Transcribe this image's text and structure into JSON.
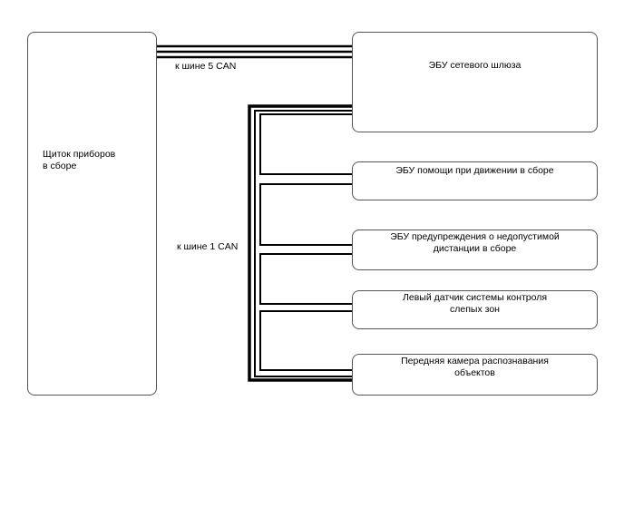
{
  "nodes": {
    "cluster": {
      "line1": "Щиток приборов",
      "line2": "в сборе"
    },
    "gateway": {
      "label": "ЭБУ сетевого шлюза"
    },
    "driving_assist": {
      "label": "ЭБУ помощи при движении в сборе"
    },
    "distance_warning": {
      "line1": "ЭБУ предупреждения о недопустимой",
      "line2": "дистанции в сборе"
    },
    "blind_spot": {
      "line1": "Левый датчик системы контроля",
      "line2": "слепых зон"
    },
    "front_camera": {
      "line1": "Передняя камера распознавания",
      "line2": "объектов"
    }
  },
  "buses": {
    "can5": {
      "label": "к шине 5 CAN"
    },
    "can1": {
      "label": "к шине 1 CAN"
    }
  },
  "colors": {
    "line": "#000000",
    "border": "#555555",
    "background": "#ffffff"
  }
}
